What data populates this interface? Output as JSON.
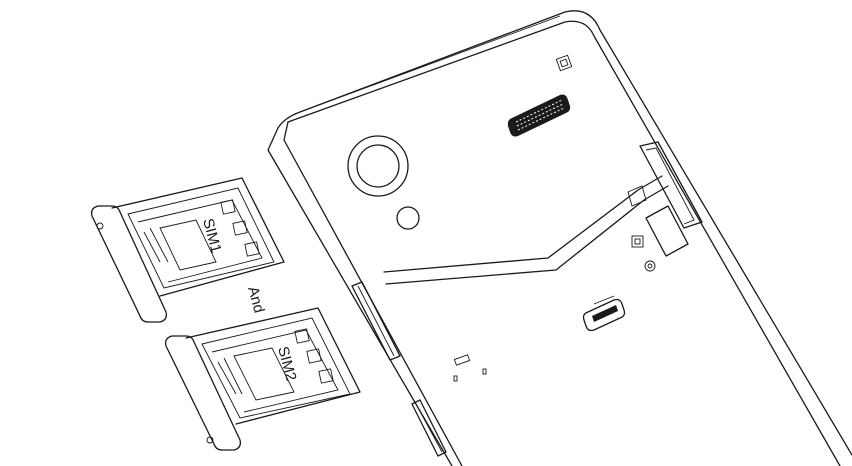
{
  "labels": {
    "sim1": "SIM1",
    "sim2": "SIM2",
    "and": "And"
  },
  "colors": {
    "line": "#1a1a1a",
    "background": "#ffffff"
  }
}
